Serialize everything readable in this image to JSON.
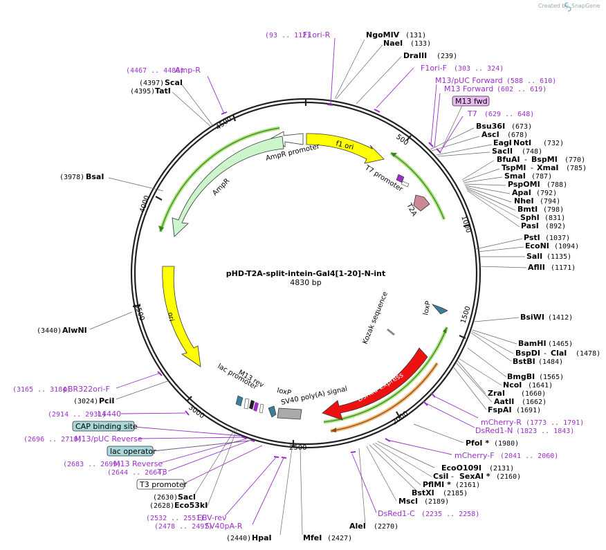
{
  "credit": {
    "prefix": "Created by",
    "brand": "SnapGene"
  },
  "plasmid": {
    "name": "pHD-T2A-split-intein-Gal4[1-20]-N-int",
    "size": "4830 bp"
  },
  "colors": {
    "primer": "#9a2ec9",
    "backbone": "#222222",
    "amp": "#ccf5cc",
    "ori": "#ffff00",
    "dsred": "#ee1111",
    "t2a": "#cc8899",
    "loxp": "#3a7f99",
    "sv40": "#aaaaaa"
  },
  "ruler": [
    "500",
    "1000",
    "1500",
    "2000",
    "2500",
    "3000",
    "3500",
    "4000",
    "4500"
  ],
  "features": {
    "f1ori": "f1 ori",
    "amp_promoter": "AmpR promoter",
    "ampr": "AmpR",
    "ori": "ori",
    "t7_promoter": "T7 promoter",
    "t2a": "T2A",
    "kozak": "Kozak sequence",
    "loxp_right": "loxP",
    "dsred": "DsRed-Express",
    "sv40": "SV40 poly(A) signal",
    "loxp_left": "loxP",
    "m13_rev": "M13 rev",
    "lac_promoter": "lac promoter"
  },
  "right_sites": [
    {
      "name": "NgoMIV",
      "pos": "(131)"
    },
    {
      "name": "NaeI",
      "pos": "(133)"
    },
    {
      "name": "DraIII",
      "pos": "(239)"
    },
    {
      "name": "Bsu36I",
      "pos": "(673)"
    },
    {
      "name": "AscI",
      "pos": "(678)"
    },
    {
      "name": "EagI",
      "name2": "NotI",
      "pos": "(732)"
    },
    {
      "name": "SacII",
      "pos": "(748)"
    },
    {
      "name": "BfuAI",
      "name2": "BspMI",
      "pos": "(770)"
    },
    {
      "name": "TspMI",
      "name2": "XmaI",
      "pos": "(785)"
    },
    {
      "name": "SmaI",
      "pos": "(787)"
    },
    {
      "name": "PspOMI",
      "pos": "(788)"
    },
    {
      "name": "ApaI",
      "pos": "(792)"
    },
    {
      "name": "NheI",
      "pos": "(794)"
    },
    {
      "name": "BmtI",
      "pos": "(798)"
    },
    {
      "name": "SphI",
      "pos": "(831)"
    },
    {
      "name": "PasI",
      "pos": "(892)"
    },
    {
      "name": "PstI",
      "pos": "(1037)"
    },
    {
      "name": "EcoNI",
      "pos": "(1094)"
    },
    {
      "name": "SalI",
      "pos": "(1135)"
    },
    {
      "name": "AflII",
      "pos": "(1171)"
    },
    {
      "name": "BsiWI",
      "pos": "(1412)"
    },
    {
      "name": "BamHI",
      "pos": "(1465)"
    },
    {
      "name": "BspDI",
      "name2": "ClaI",
      "pos": "(1478)"
    },
    {
      "name": "BstBI",
      "pos": "(1484)"
    },
    {
      "name": "BmgBI",
      "pos": "(1565)"
    },
    {
      "name": "NcoI",
      "pos": "(1641)"
    },
    {
      "name": "ZraI",
      "pos": "(1660)"
    },
    {
      "name": "AatII",
      "pos": "(1662)"
    },
    {
      "name": "FspAI",
      "pos": "(1691)"
    },
    {
      "name": "PfoI *",
      "pos": "(1980)"
    },
    {
      "name": "EcoO109I",
      "pos": "(2131)"
    },
    {
      "name": "CsiI",
      "name2": "SexAI *",
      "pos": "(2160)"
    },
    {
      "name": "PflMI *",
      "pos": "(2161)"
    },
    {
      "name": "BstXI",
      "pos": "(2185)"
    },
    {
      "name": "MscI",
      "pos": "(2189)"
    },
    {
      "name": "AleI",
      "pos": "(2270)"
    },
    {
      "name": "MfeI",
      "pos": "(2427)"
    }
  ],
  "left_sites": [
    {
      "name": "ScaI",
      "pos": "(4397)"
    },
    {
      "name": "TatI",
      "pos": "(4395)"
    },
    {
      "name": "BsaI",
      "pos": "(3978)"
    },
    {
      "name": "AlwNI",
      "pos": "(3440)"
    },
    {
      "name": "PciI",
      "pos": "(3024)"
    },
    {
      "name": "SacI",
      "pos": "(2630)"
    },
    {
      "name": "Eco53kI",
      "pos": "(2628)"
    },
    {
      "name": "HpaI",
      "pos": "(2440)"
    }
  ],
  "primers": [
    {
      "name": "F1ori-R",
      "pos": "(93 .. 112)"
    },
    {
      "name": "F1ori-F",
      "pos": "(303 .. 324)"
    },
    {
      "name": "M13/pUC Forward",
      "pos": "(588 .. 610)"
    },
    {
      "name": "M13 Forward",
      "pos": "(602 .. 619)"
    },
    {
      "name": "T7",
      "pos": "(629 .. 648)"
    },
    {
      "name": "Amp-R",
      "pos": "(4467 .. 4486)"
    },
    {
      "name": "mCherry-R",
      "pos": "(1773 .. 1791)"
    },
    {
      "name": "DsRed1-N",
      "pos": "(1823 .. 1843)"
    },
    {
      "name": "mCherry-F",
      "pos": "(2041 .. 2060)"
    },
    {
      "name": "DsRed1-C",
      "pos": "(2235 .. 2258)"
    },
    {
      "name": "pBR322ori-F",
      "pos": "(3165 .. 3184)"
    },
    {
      "name": "L4440",
      "pos": "(2914 .. 2931)"
    },
    {
      "name": "M13/pUC Reverse",
      "pos": "(2696 .. 2718)"
    },
    {
      "name": "M13 Reverse",
      "pos": "(2683 .. 2699)"
    },
    {
      "name": "T3",
      "pos": "(2644 .. 2664)"
    },
    {
      "name": "EBV-rev",
      "pos": "(2532 .. 2551)"
    },
    {
      "name": "SV40pA-R",
      "pos": "(2478 .. 2497)"
    }
  ],
  "boxes": {
    "m13_fwd": "M13 fwd",
    "cap": "CAP binding site",
    "lac_operator": "lac operator",
    "t3_promoter": "T3 promoter"
  }
}
